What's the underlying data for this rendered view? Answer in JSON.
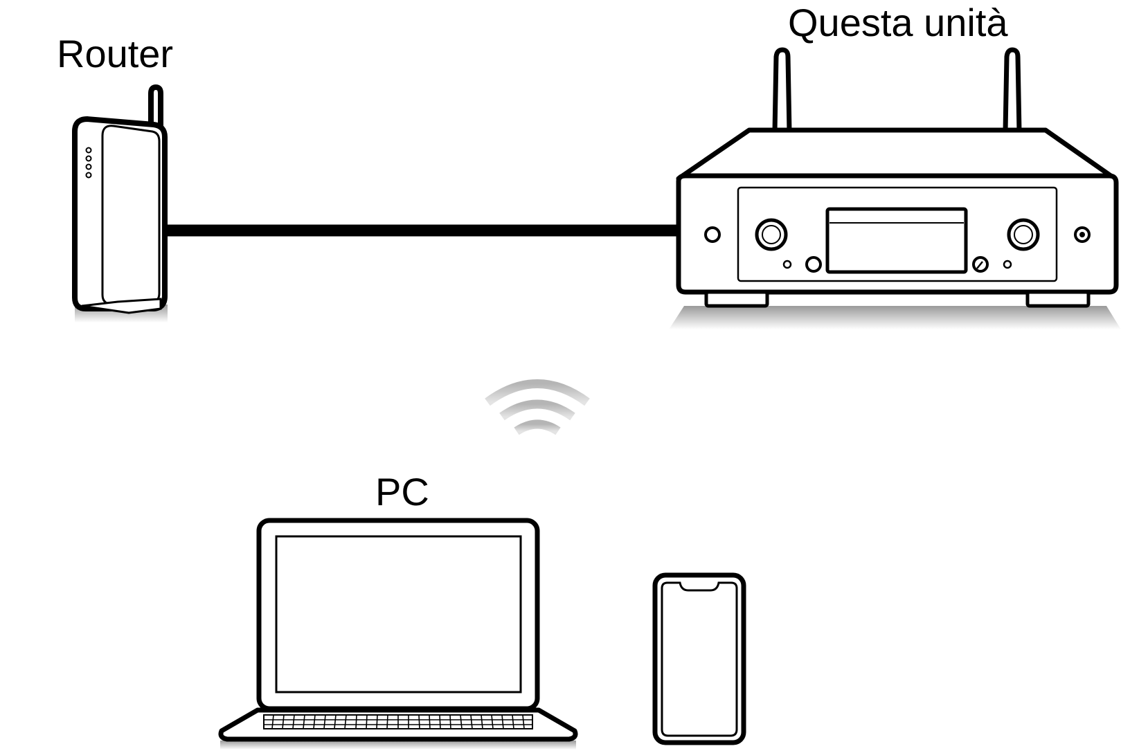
{
  "labels": {
    "router": "Router",
    "unit": "Questa unità",
    "pc": "PC"
  },
  "icons": {
    "router": "router-icon",
    "unit": "network-audio-player-icon",
    "cable": "ethernet-cable",
    "wifi": "wifi-signal-icon",
    "pc": "laptop-icon",
    "phone": "smartphone-icon"
  },
  "colors": {
    "stroke": "#000000",
    "background": "#ffffff",
    "shadow": "#bdbdbd",
    "wifi": "#c8c8c8"
  }
}
